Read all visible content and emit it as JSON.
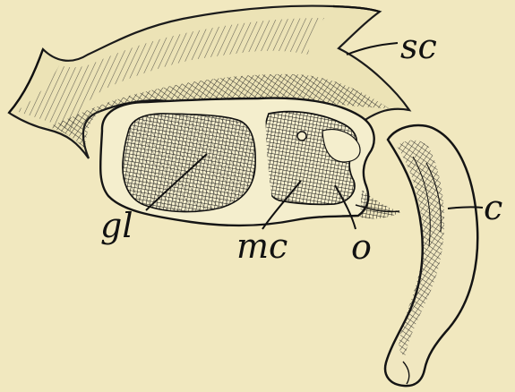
{
  "labels": {
    "sc": "sc",
    "c": "c",
    "gl": "gl",
    "mc": "mc",
    "o": "o"
  }
}
